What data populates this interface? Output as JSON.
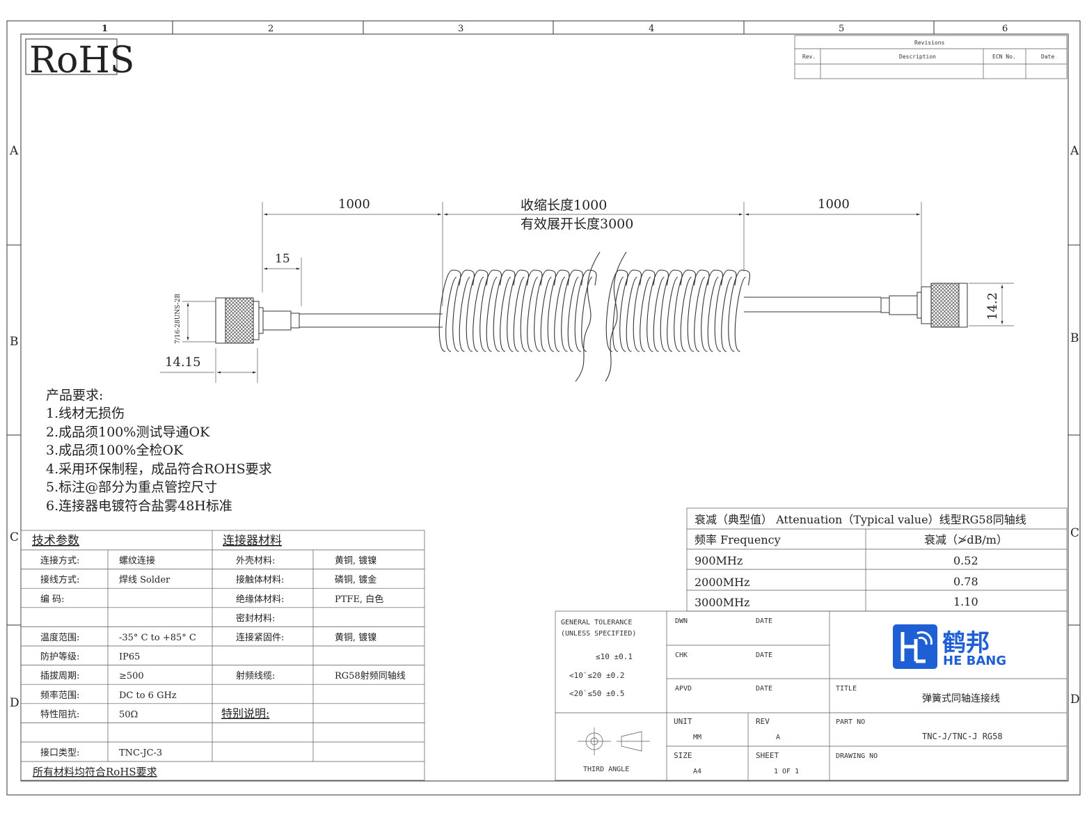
{
  "frame": {
    "col_labels": [
      "1",
      "2",
      "3",
      "4",
      "5",
      "6"
    ],
    "row_labels": [
      "A",
      "B",
      "C",
      "D"
    ]
  },
  "rohs_label": "RoHS",
  "revisions": {
    "title": "Revisions",
    "headers": [
      "Rev.",
      "Description",
      "ECN No.",
      "Date"
    ]
  },
  "dimensions": {
    "left_len": "1000",
    "coil_len_1": "收缩长度1000",
    "coil_len_2": "有效展开长度3000",
    "right_len": "1000",
    "offset": "15",
    "thread": "7/16-28UNS-2B",
    "nut_width": "14.15",
    "right_dia": "14.2"
  },
  "requirements": {
    "title": "产品要求:",
    "items": [
      "1.线材无损伤",
      "2.成品须100%测试导通OK",
      "3.成品须100%全检OK",
      "4.采用环保制程，成品符合ROHS要求",
      "5.标注@部分为重点管控尺寸",
      "6.连接器电镀符合盐雾48H标准"
    ]
  },
  "spec_table": {
    "tech_header": "技术参数",
    "conn_header": "连接器材料",
    "rows": [
      [
        "连接方式:",
        "螺纹连接",
        "外壳材料:",
        "黄铜, 镀镍"
      ],
      [
        "接线方式:",
        "焊线 Solder",
        "接触体材料:",
        "磷铜, 镀金"
      ],
      [
        "编    码:",
        "",
        "绝缘体材料:",
        "PTFE, 白色"
      ],
      [
        "",
        "",
        "密封材料:",
        ""
      ],
      [
        "温度范围:",
        "-35° C to +85° C",
        "连接紧固件:",
        "黄铜, 镀镍"
      ],
      [
        "防护等级:",
        "IP65",
        "",
        ""
      ],
      [
        "插拔周期:",
        "≥500",
        "射频线缆:",
        "RG58射频同轴线"
      ],
      [
        "频率范围:",
        "DC to 6 GHz",
        "",
        ""
      ],
      [
        "特性阻抗:",
        "50Ω",
        "特别说明:",
        ""
      ],
      [
        "",
        "",
        "",
        ""
      ],
      [
        "接口类型:",
        "TNC-JC-3",
        "",
        ""
      ]
    ],
    "footer": "所有材料均符合RoHS要求"
  },
  "attenuation": {
    "title": "衰减（典型值） Attenuation（Typical value）线型RG58同轴线",
    "col1": "频率 Frequency",
    "col2": "衰减（≯dB/m）",
    "rows": [
      [
        "900MHz",
        "0.52"
      ],
      [
        "2000MHz",
        "0.78"
      ],
      [
        "3000MHz",
        "1.10"
      ]
    ]
  },
  "title_block": {
    "tol_1": "GENERAL TOLERANCE",
    "tol_2": "(UNLESS SPECIFIED)",
    "tol_rows": [
      "≤10   ±0.1",
      "<10`≤20   ±0.2",
      "<20`≤50   ±0.5"
    ],
    "third_angle": "THIRD ANGLE",
    "dwn": "DWN",
    "chk": "CHK",
    "apvd": "APVD",
    "date": "DATE",
    "unit": "UNIT",
    "unit_val": "MM",
    "rev": "REV",
    "rev_val": "A",
    "size": "SIZE",
    "size_val": "A4",
    "sheet": "SHEET",
    "sheet_val": "1  OF  1",
    "title_label": "TITLE",
    "title_val": "弹簧式同轴连接线",
    "part_label": "PART NO",
    "part_val": "TNC-J/TNC-J  RG58",
    "drawing_label": "DRAWING NO",
    "logo_cn": "鹤邦",
    "logo_en": "HE BANG",
    "brand_color": "#1f5fd6"
  }
}
